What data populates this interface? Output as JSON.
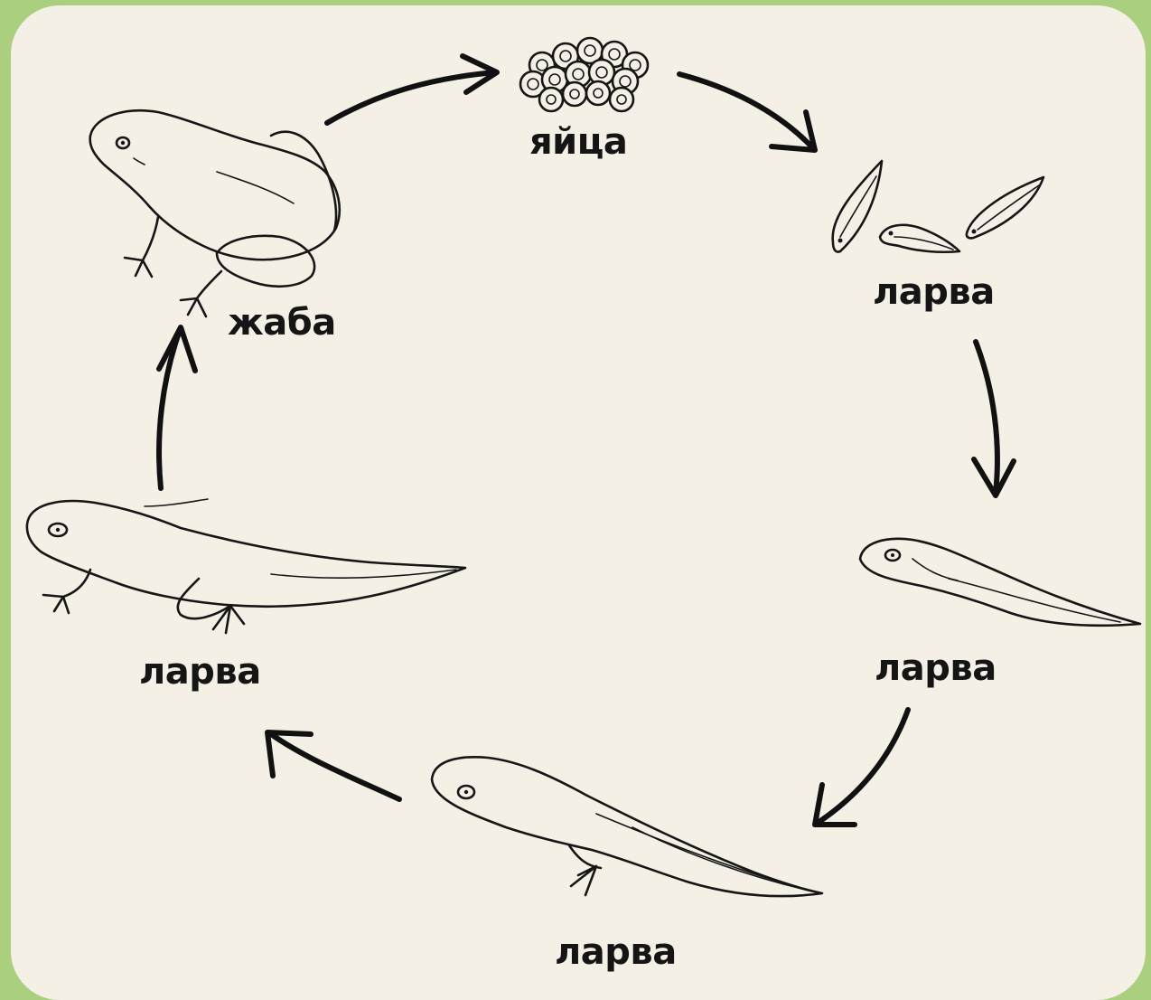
{
  "colors": {
    "frame": "#a9cf7f",
    "paper": "#f5f0e6",
    "ink": "#161616"
  },
  "stages": [
    {
      "id": "eggs",
      "label": "яйца",
      "icon": "frog-eggs-icon"
    },
    {
      "id": "hatchlings",
      "label": "ларва",
      "icon": "hatchling-tadpoles-icon"
    },
    {
      "id": "tadpole",
      "label": "ларва",
      "icon": "tadpole-icon"
    },
    {
      "id": "tadpole-hind-legs",
      "label": "ларва",
      "icon": "tadpole-hind-legs-icon"
    },
    {
      "id": "froglet",
      "label": "ларва",
      "icon": "froglet-icon"
    },
    {
      "id": "frog",
      "label": "жаба",
      "icon": "frog-icon"
    }
  ]
}
